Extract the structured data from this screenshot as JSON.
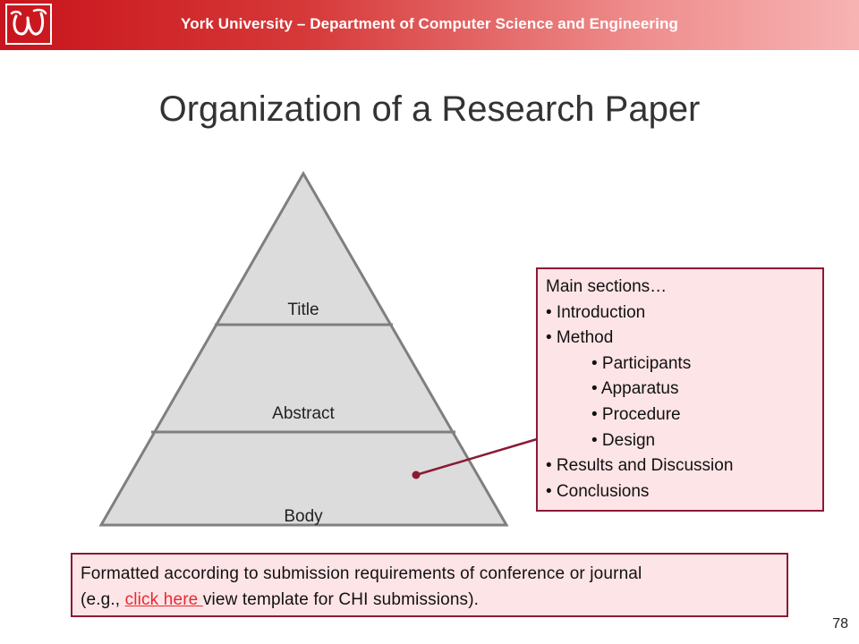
{
  "header": {
    "title": "York University – Department of Computer Science and Engineering"
  },
  "slide": {
    "title": "Organization of a Research Paper",
    "page_number": "78"
  },
  "pyramid": {
    "levels": [
      "Title",
      "Abstract",
      "Body"
    ]
  },
  "sections_box": {
    "heading": "Main sections…",
    "items": [
      "• Introduction",
      "• Method",
      "• Participants",
      "• Apparatus",
      "• Procedure",
      "• Design",
      "• Results and Discussion",
      "• Conclusions"
    ]
  },
  "format_box": {
    "line1": "Formatted according to submission requirements of conference or journal",
    "prefix": "(e.g., ",
    "link_text": "click here ",
    "suffix": "view template for CHI submissions)."
  },
  "colors": {
    "header_red": "#c8141c",
    "box_border": "#8b1a35",
    "box_fill": "#fde4e6",
    "link": "#e8292f",
    "pyramid_fill": "#dcdcdc",
    "pyramid_stroke": "#7f7f7f"
  }
}
